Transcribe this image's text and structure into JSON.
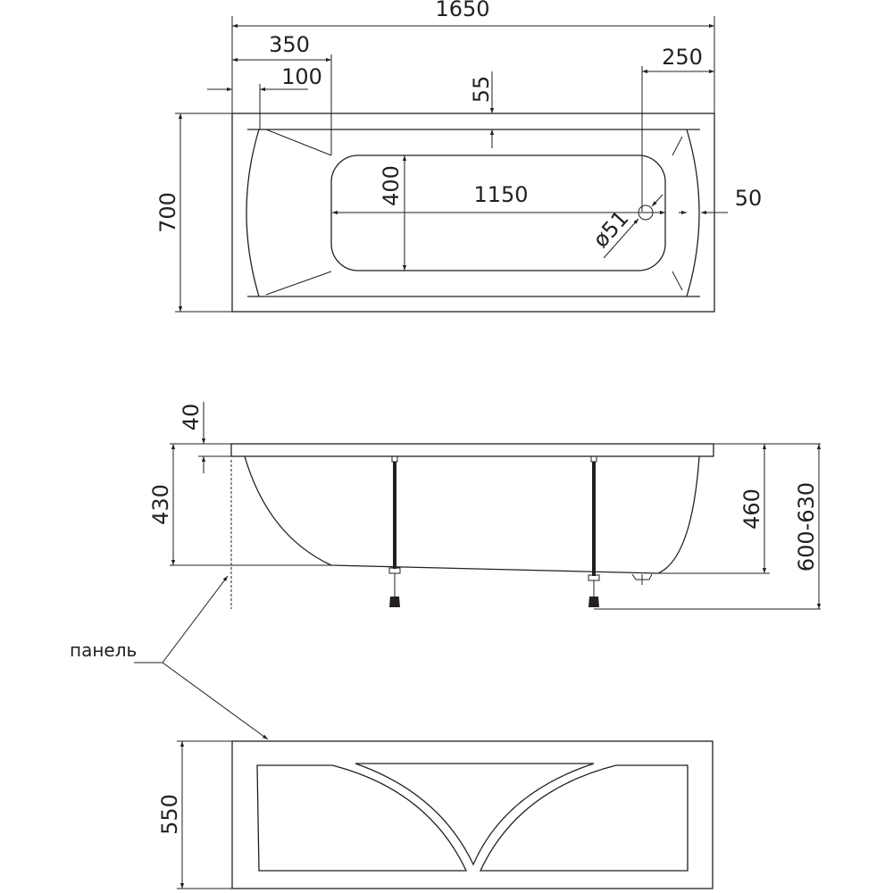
{
  "top_view": {
    "overall_length": "1650",
    "headrest_offset": "350",
    "rim_offset": "100",
    "rim_width": "55",
    "drain_offset": "250",
    "bowl_length": "1150",
    "bowl_width": "400",
    "end_rim": "50",
    "drain_diameter": "ø51",
    "overall_width": "700"
  },
  "side_view": {
    "rim_thickness": "40",
    "depth_left": "430",
    "depth_right": "460",
    "total_height": "600-630"
  },
  "panel_label": "панель",
  "front_panel": {
    "height": "550"
  },
  "colors": {
    "line": "#231f20",
    "background": "#ffffff"
  }
}
